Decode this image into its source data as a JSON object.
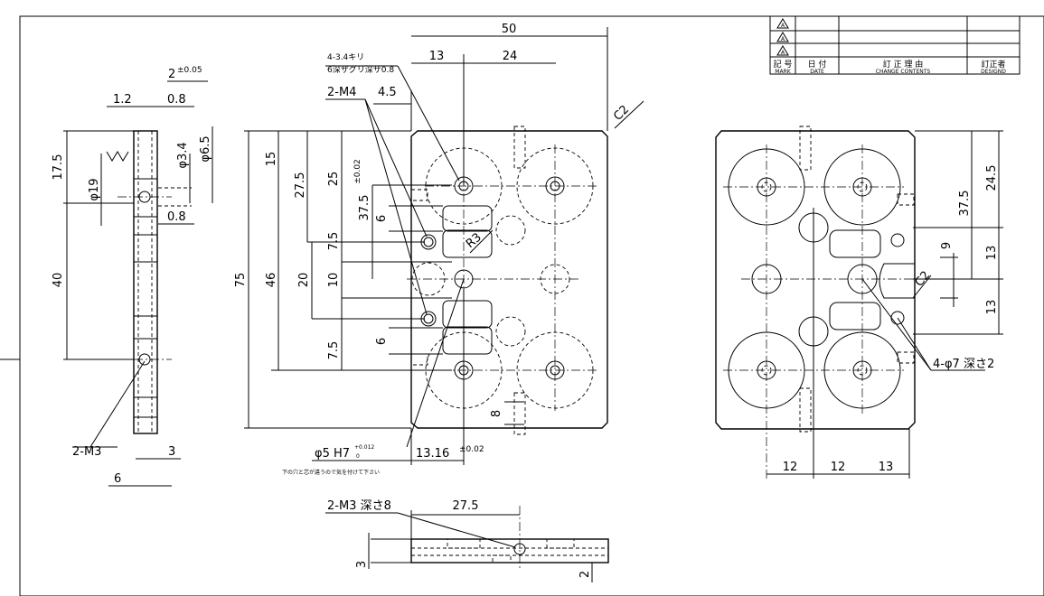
{
  "title_block": {
    "rev_marks": [
      "A",
      "A",
      "A"
    ],
    "header_mark": "記 号",
    "header_mark_en": "MARK",
    "header_date": "日 付",
    "header_date_en": "DATE",
    "header_reason": "訂 正 理 由",
    "header_reason_en": "CHANGE CONTENTS",
    "header_by": "訂正者",
    "header_by_en": "DESIGND"
  },
  "top_view": {
    "dim_width": "50",
    "dim_13": "13",
    "dim_24": "24",
    "chamfer": "C2",
    "note_holes_1": "4-3.4キリ",
    "note_holes_2": "6深ザグリ深サ0.8",
    "note_m4": "2-M4",
    "dim_4_5": "4.5",
    "dim_75": "75",
    "dim_46": "46",
    "dim_15": "15",
    "dim_27_5": "27.5",
    "dim_25": "25",
    "dim_37_5": "37.5",
    "tol_37_5": "±0.02",
    "dim_6a": "6",
    "dim_7_5a": "7.5",
    "dim_20": "20",
    "dim_10": "10",
    "dim_7_5b": "7.5",
    "dim_6b": "6",
    "radius": "R3",
    "dim_8": "8",
    "pin_note": "φ5 H7",
    "pin_tol_up": "+0.012",
    "pin_tol_dn": "0",
    "pin_note_jp": "下の穴と芯が違うので気を付けて下さい",
    "dim_13_16": "13.16",
    "tol_13_16": "±0.02"
  },
  "side_view": {
    "dim_2": "2",
    "tol_2": "±0.05",
    "dim_1_2": "1.2",
    "dim_0_8a": "0.8",
    "dim_17_5": "17.5",
    "dim_dia19": "φ19",
    "dim_dia3_4": "φ3.4",
    "dim_dia6_5": "φ6.5",
    "dim_0_8b": "0.8",
    "dim_40": "40",
    "note_m3": "2-M3",
    "dim_3": "3",
    "dim_6": "6"
  },
  "bottom_view": {
    "note_m3": "2-M3 深さ8",
    "dim_27_5": "27.5",
    "dim_3": "3",
    "dim_2": "2"
  },
  "right_view": {
    "dim_24_5": "24.5",
    "dim_37_5": "37.5",
    "dim_13a": "13",
    "dim_13b": "13",
    "dim_9": "9",
    "chamfer": "C2",
    "note_holes": "4-φ7 深さ2",
    "dim_12a": "12",
    "dim_12b": "12",
    "dim_13c": "13"
  }
}
